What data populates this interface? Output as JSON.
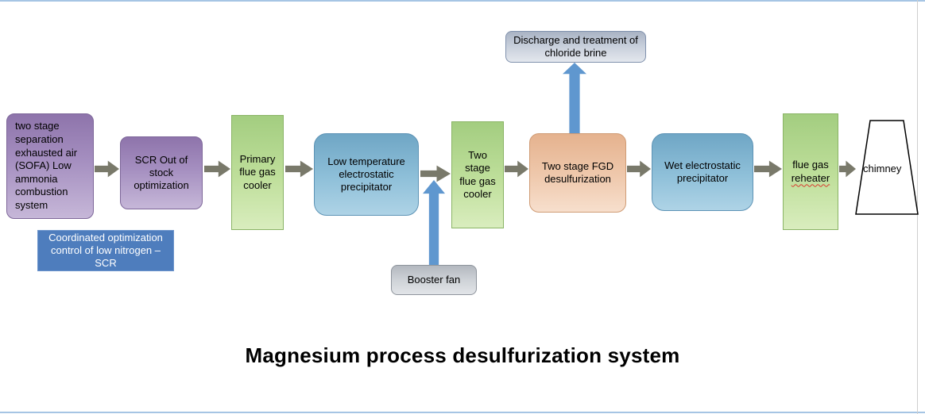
{
  "title": "Magnesium process desulfurization system",
  "nodes": {
    "sofa": "two stage separation exhausted air (SOFA) Low ammonia combustion system",
    "scr": "SCR Out of stock optimization",
    "primary_cooler": "Primary flue gas cooler",
    "low_temp_esp": "Low temperature electrostatic precipitator",
    "two_stage_cooler": "Two stage flue gas cooler",
    "fgd": "Two stage FGD desulfurization",
    "wet_esp": "Wet electrostatic precipitator",
    "reheater_line1": "flue gas",
    "reheater_line2": "reheater",
    "chimney": "chimney",
    "discharge": "Discharge and treatment of chloride brine",
    "booster_fan": "Booster fan",
    "coordinated_scr": "Coordinated optimization control of low nitrogen –SCR"
  },
  "colors": {
    "purple_node": "#9a7fb8",
    "green_node": "#a8d08d",
    "blue_node": "#7fafcf",
    "peach_node": "#edbd9c",
    "gray_blue_node": "#c3cbd8",
    "gray_node": "#c8ccd2",
    "steel_blue_panel": "#4e7dbd",
    "flow_arrow": "#79796a",
    "blue_arrow": "#5f97cf",
    "slide_border": "#a6c5e4",
    "spellcheck_underline": "#d83a2e"
  }
}
